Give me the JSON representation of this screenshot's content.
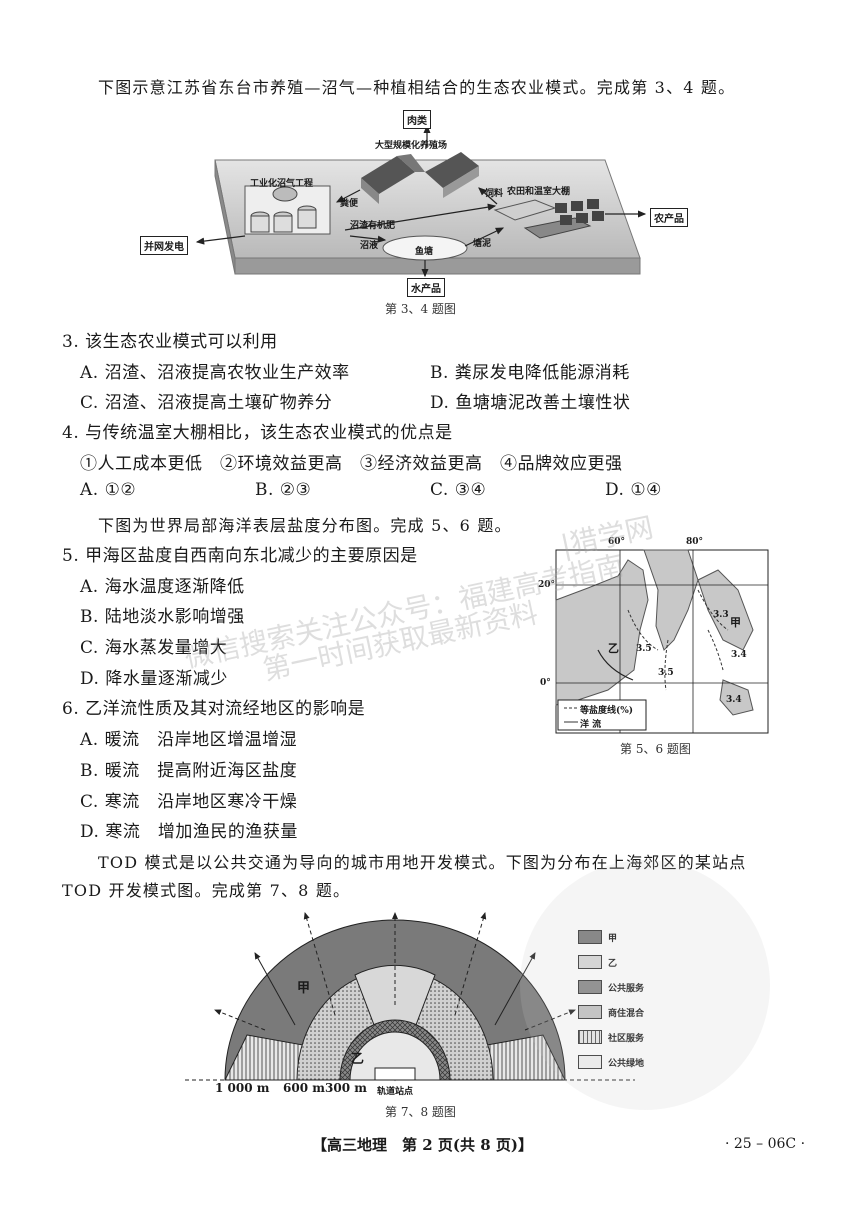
{
  "intro1": "下图示意江苏省东台市养殖—沼气—种植相结合的生态农业模式。完成第 3、4 题。",
  "fig1": {
    "caption": "第 3、4 题图",
    "labels": {
      "meat_egg": "肉类",
      "henhouse": "大型规模化养殖场",
      "biogas": "工业化沼气工程",
      "greenhouse": "农田和温室大棚",
      "agri_products": "农产品",
      "grid_power": "并网发电",
      "aqua_products": "水产品",
      "feces": "粪便",
      "fertilizer": "沼渣有机肥",
      "biogas_slurry": "沼液",
      "fish_pond": "鱼塘",
      "pond_mud": "塘泥",
      "feed": "饲料"
    }
  },
  "q3": {
    "stem": "3. 该生态农业模式可以利用",
    "A": "A. 沼渣、沼液提高农牧业生产效率",
    "B": "B. 粪尿发电降低能源消耗",
    "C": "C. 沼渣、沼液提高土壤矿物养分",
    "D": "D. 鱼塘塘泥改善土壤性状"
  },
  "q4": {
    "stem": "4. 与传统温室大棚相比，该生态农业模式的优点是",
    "items": "①人工成本更低　②环境效益更高　③经济效益更高　④品牌效应更强",
    "A": "A. ①②",
    "B": "B. ②③",
    "C": "C. ③④",
    "D": "D. ①④"
  },
  "intro2": "下图为世界局部海洋表层盐度分布图。完成 5、6 题。",
  "q5": {
    "stem": "5. 甲海区盐度自西南向东北减少的主要原因是",
    "A": "A. 海水温度逐渐降低",
    "B": "B. 陆地淡水影响增强",
    "C": "C. 海水蒸发量增大",
    "D": "D. 降水量逐渐减少"
  },
  "q6": {
    "stem": "6. 乙洋流性质及其对流经地区的影响是",
    "A": "A. 暖流　沿岸地区增温增湿",
    "B": "B. 暖流　提高附近海区盐度",
    "C": "C. 寒流　沿岸地区寒冷干燥",
    "D": "D. 寒流　增加渔民的渔获量"
  },
  "fig2": {
    "caption": "第 5、6 题图",
    "lon1": "60°",
    "lon2": "80°",
    "lat1": "20°",
    "lat2": "0°",
    "jia": "甲",
    "yi": "乙",
    "iso_values": [
      "3.5",
      "3.3",
      "3.5",
      "3.4",
      "3.4"
    ],
    "legend_iso": "等盐度线(%)",
    "legend_current": "洋 流"
  },
  "intro3a": "TOD 模式是以公共交通为导向的城市用地开发模式。下图为分布在上海郊区的某站点",
  "intro3b": "TOD 开发模式图。完成第 7、8 题。",
  "fig3": {
    "caption": "第 7、8 题图",
    "dist1000": "1 000 m",
    "dist600": "600 m",
    "dist300": "300 m",
    "station": "轨道站点",
    "jia": "甲",
    "yi": "乙",
    "legend": [
      "甲",
      "乙",
      "公共服务",
      "商住混合",
      "社区服务",
      "公共绿地"
    ]
  },
  "watermark1": "微信搜索关注公众号：福建高考指南",
  "watermark2": "第一时间获取最新资料",
  "watermark3": "|猎学网",
  "footer": {
    "main": "【高三地理　第 2 页(共 8 页)】",
    "code": "· 25 – 06C ·"
  },
  "colors": {
    "dark_gray": "#6e6e6e",
    "mid_gray": "#a8a8a8",
    "light_gray": "#d9d9d9",
    "land": "#cfcfcf"
  }
}
